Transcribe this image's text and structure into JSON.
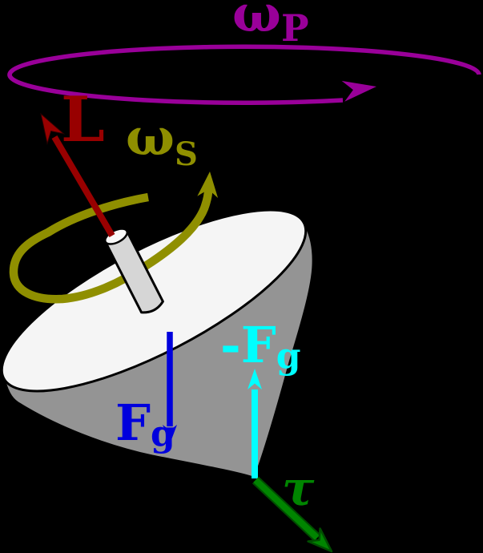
{
  "title": "Gyroscope precession diagram",
  "colors": {
    "background": "#000000",
    "precession": "#990099",
    "angular_momentum": "#980000",
    "angular_momentum_edge": "#2a0000",
    "spin": "#8f8f00",
    "gravity": "#0000dd",
    "reaction": "#00ffff",
    "torque": "#008500",
    "torque_edge": "#004d00",
    "disk_top": "#f5f5f5",
    "cone_body": "#949494",
    "stem": "#d6d6d6",
    "stem_cap": "#f8f8f8",
    "outline": "#000000"
  },
  "labels": {
    "precession": {
      "symbol": "ω",
      "subscript": "P"
    },
    "spin": {
      "symbol": "ω",
      "subscript": "S"
    },
    "angular_momentum": {
      "symbol": "L"
    },
    "gravity": {
      "symbol": "F",
      "subscript": "g"
    },
    "reaction": {
      "symbol": "-F",
      "subscript": "g"
    },
    "torque": {
      "symbol": "τ"
    }
  }
}
